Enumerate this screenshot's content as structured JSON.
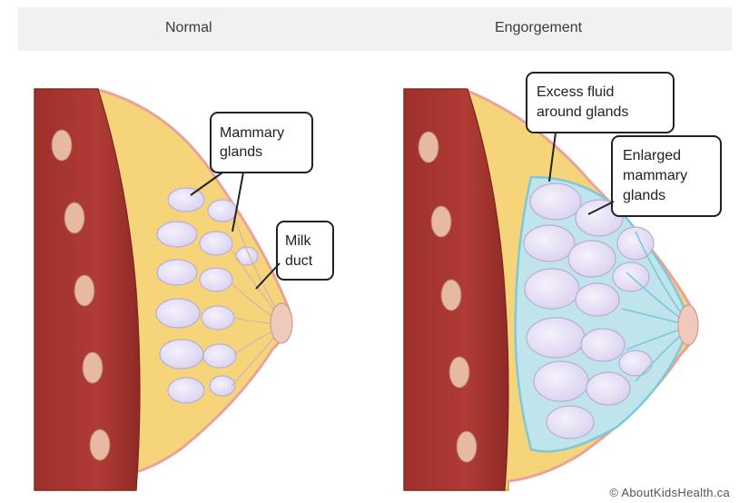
{
  "headers": {
    "left": "Normal",
    "right": "Engorgement"
  },
  "callouts": {
    "mammary_glands": [
      "Mammary",
      "glands"
    ],
    "milk_duct": [
      "Milk",
      "duct"
    ],
    "excess_fluid": [
      "Excess fluid",
      "around glands"
    ],
    "enlarged_glands": [
      "Enlarged",
      "mammary",
      "glands"
    ]
  },
  "credit": "© AboutKidsHealth.ca",
  "colors": {
    "muscle": "#b13b35",
    "rib": "#e7b9a3",
    "fat": "#f6d47a",
    "gland": "#e8e2f6",
    "gland_stroke": "#b8aed6",
    "fluid": "#7ec8d8",
    "skin": "#e8a39a"
  }
}
